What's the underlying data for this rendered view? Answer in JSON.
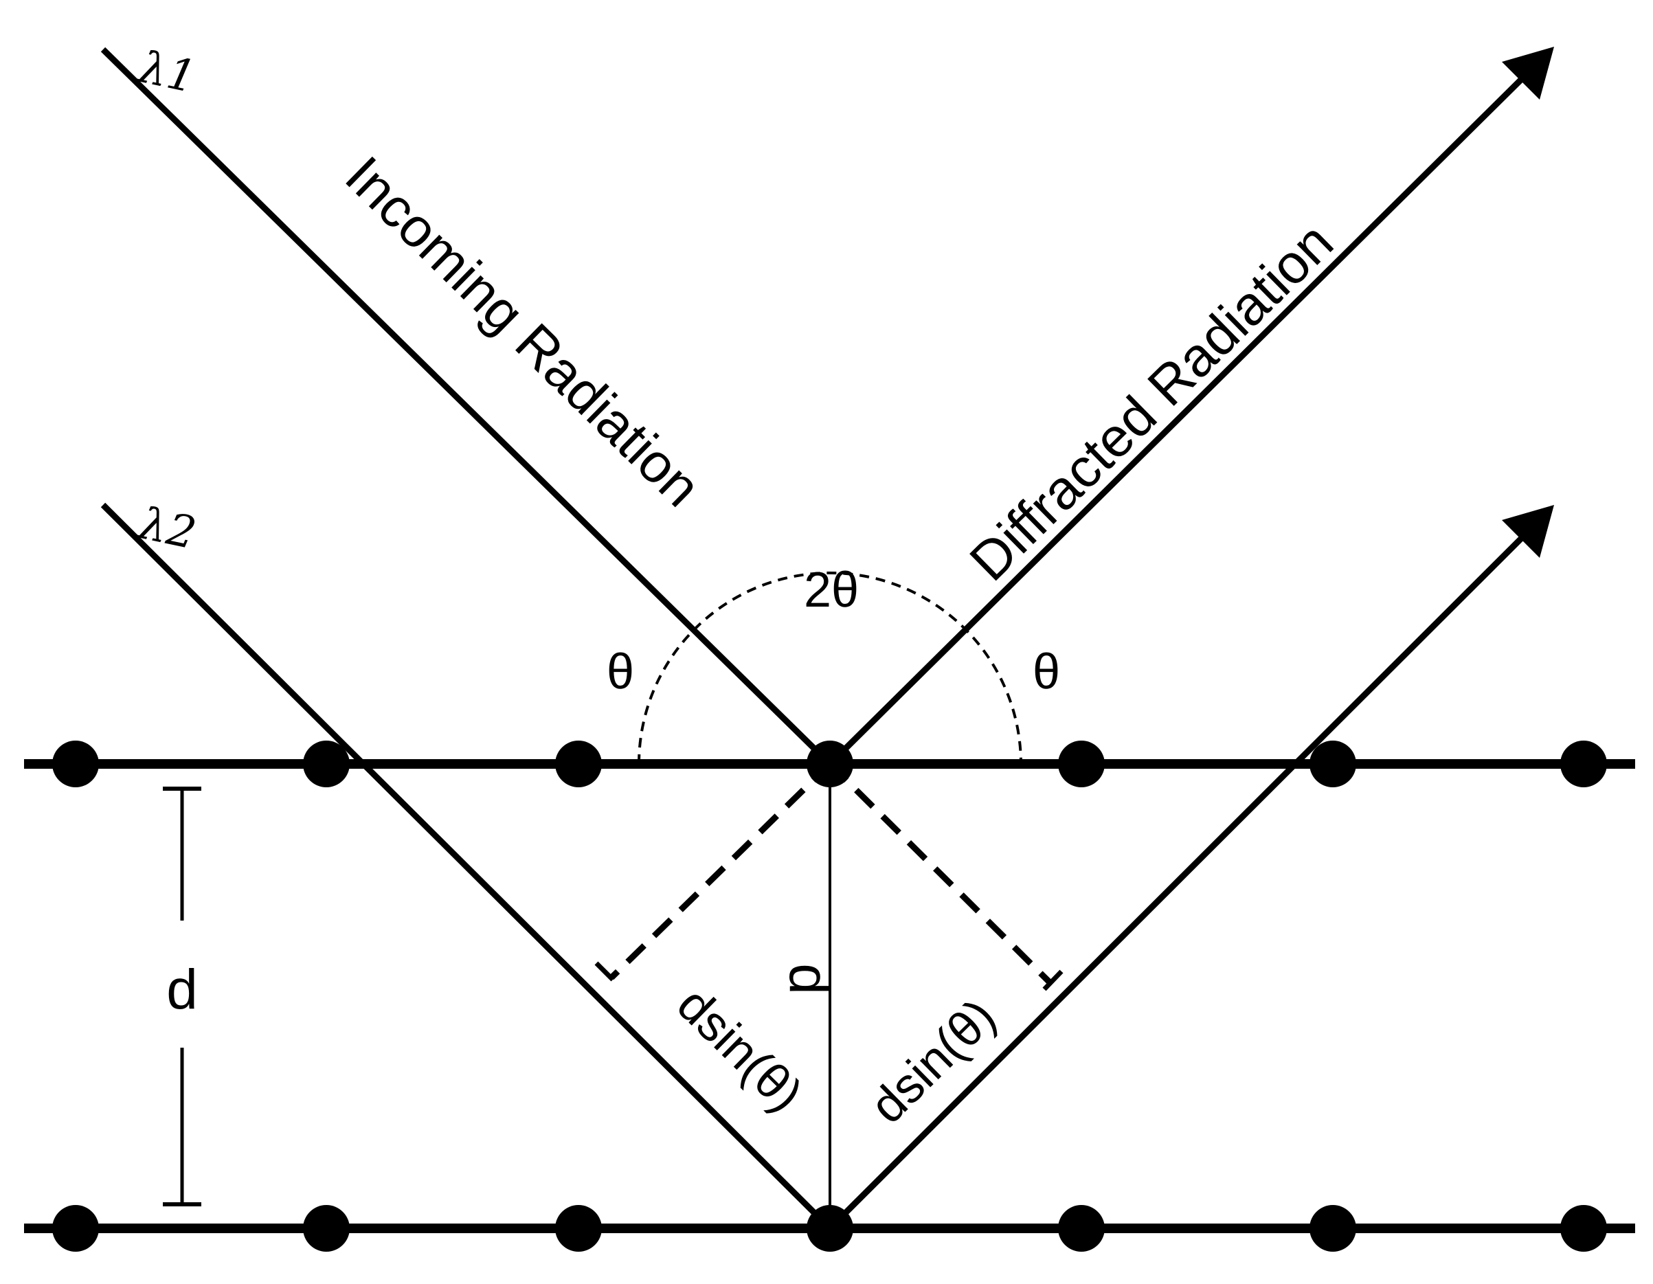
{
  "colors": {
    "ink": "#000000",
    "background": "#ffffff"
  },
  "labels": {
    "lambda1": "λ1",
    "lambda2": "λ2",
    "incoming": "Incoming Radiation",
    "diffracted": "Diffracted Radiation",
    "two_theta": "2θ",
    "theta_left": "θ",
    "theta_right": "θ",
    "d_left": "d",
    "d_center": "d",
    "dsin_left": "dsin(θ)",
    "dsin_right": "dsin(θ)"
  }
}
